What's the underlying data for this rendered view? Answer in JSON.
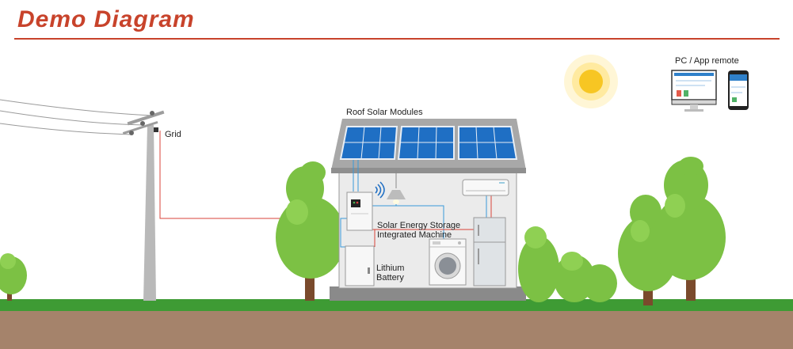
{
  "title": "Demo Diagram",
  "labels": {
    "remote": "PC / App remote",
    "roof": "Roof Solar Modules",
    "grid": "Grid",
    "storage_line1": "Solar Energy Storage",
    "storage_line2": "Integrated Machine",
    "battery_line1": "Lithium",
    "battery_line2": "Battery"
  },
  "colors": {
    "title": "#c8432b",
    "grass": "#3e9b34",
    "soil": "#a5836b",
    "tree_green": "#7cc144",
    "trunk": "#7a4a2c",
    "panel": "#1f6fc4",
    "grid_wire": "#d9433a",
    "dc_wire": "#3a9ad9"
  }
}
